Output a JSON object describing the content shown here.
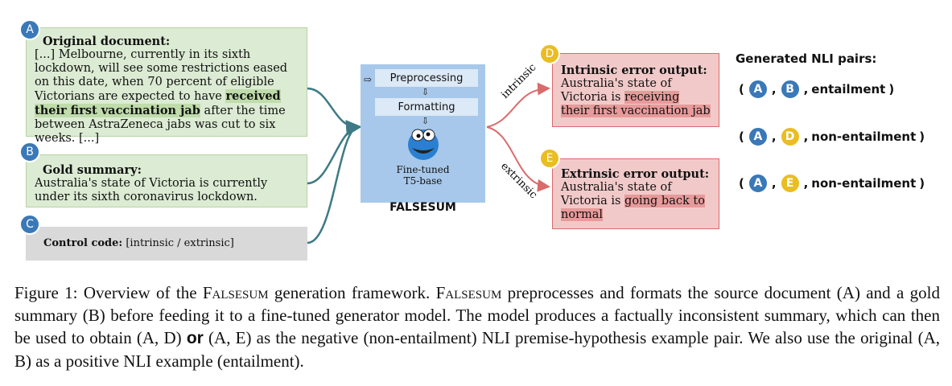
{
  "badges": {
    "a": "A",
    "b": "B",
    "c": "C",
    "d": "D",
    "e": "E"
  },
  "original_document": {
    "title": "Original document:",
    "text_1": "[...] Melbourne, currently in its sixth lockdown, will see some restrictions eased on this date, when 70 percent of eligible Victorians are expected to have ",
    "highlight": "received their first vaccination jab",
    "text_2": " after the time between AstraZeneca jabs was cut to six weeks. [...]"
  },
  "gold_summary": {
    "title": "Gold summary:",
    "text": "Australia's state of Victoria is currently under its sixth coronavirus lockdown."
  },
  "control_code": {
    "title": "Control code:",
    "text": " [intrinsic / extrinsic]"
  },
  "falsesum": {
    "preprocessing": "Preprocessing",
    "formatting": "Formatting",
    "model_line1": "Fine-tuned",
    "model_line2": "T5-base",
    "name": "FALSESUM"
  },
  "arrows": {
    "intrinsic": "intrinsic",
    "extrinsic": "extrinsic"
  },
  "intrinsic_output": {
    "title": "Intrinsic error output:",
    "text": "Australia's state of Victoria is ",
    "highlight": "receiving their first vaccination jab"
  },
  "extrinsic_output": {
    "title": "Extrinsic error output:",
    "text": "Australia's state of Victoria is ",
    "highlight": "going back to normal"
  },
  "nli": {
    "heading": "Generated NLI pairs:",
    "pairs": [
      {
        "first": "A",
        "second": "B",
        "label": "entailment"
      },
      {
        "first": "A",
        "second": "D",
        "label": "non-entailment"
      },
      {
        "first": "A",
        "second": "E",
        "label": "non-entailment"
      }
    ]
  },
  "caption": {
    "lead": "Figure 1: Overview of the ",
    "name": "Falsesum",
    "mid1": " generation framework. ",
    "name2": "Falsesum",
    "mid2": " preprocesses and formats the source document (A) and a gold summary (B) before feeding it to a fine-tuned generator model. The model produces a factually inconsistent summary, which can then be used to obtain (A, D) ",
    "bold_or": "or",
    "end": " (A, E) as the negative (non-entailment) NLI premise-hypothesis example pair. We also use the original (A, B) as a positive NLI example (entailment)."
  }
}
